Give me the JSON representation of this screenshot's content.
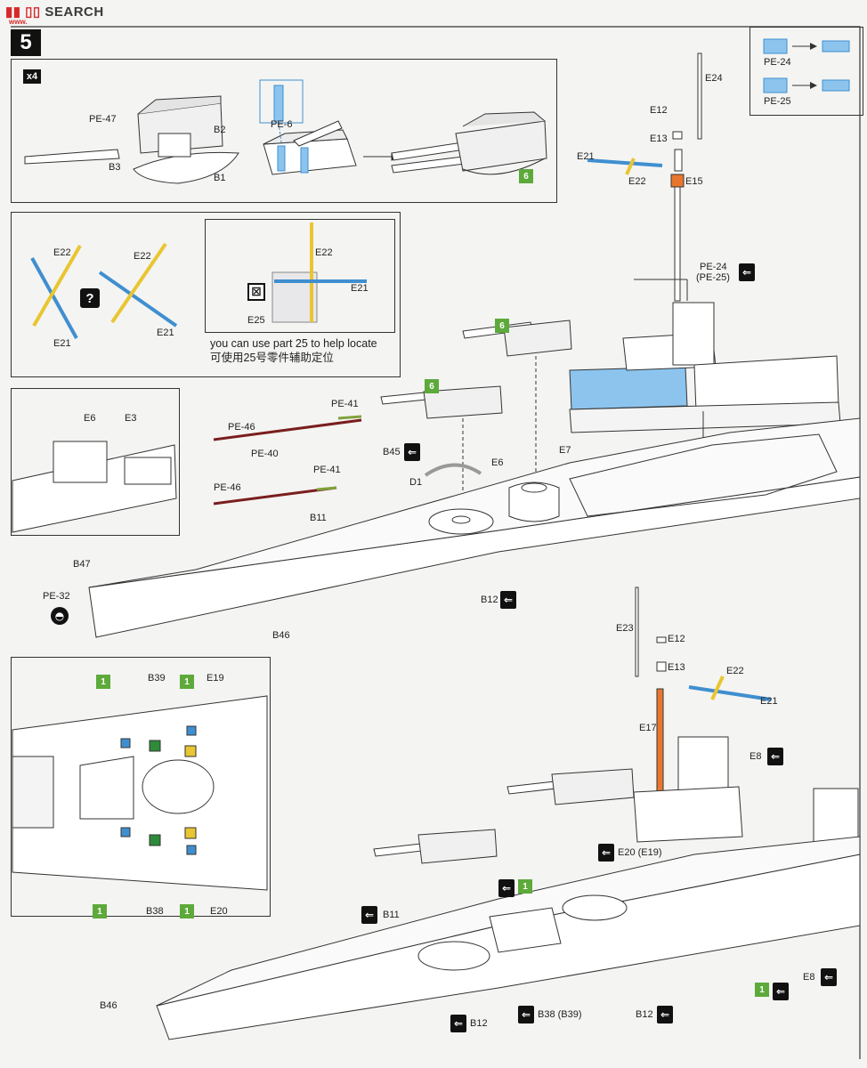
{
  "watermark": "SEARCH",
  "watermark_small": "www.",
  "step_number": "5",
  "quantity_badge": "x4",
  "turret_labels": {
    "pe47": "PE-47",
    "b2": "B2",
    "b3": "B3",
    "b1": "B1",
    "pe6": "PE-6",
    "step6": "6"
  },
  "pe_box": {
    "pe24": "PE-24",
    "pe25": "PE-25"
  },
  "mast_top": {
    "e24": "E24",
    "e12": "E12",
    "e13": "E13",
    "e21": "E21",
    "e22": "E22",
    "e15": "E15"
  },
  "yard_box": {
    "e22a": "E22",
    "e21a": "E21",
    "e22b": "E22",
    "e21b": "E21",
    "e22c": "E22",
    "e21c": "E21",
    "e25": "E25",
    "question": "?",
    "xmark": "⊠"
  },
  "note": {
    "en": "you can use part 25 to help locate",
    "zh": "可使用25号零件辅助定位"
  },
  "bridge": {
    "pe24": "PE-24",
    "pe25": "(PE-25)"
  },
  "hull_upper": {
    "e6a": "E6",
    "e3": "E3",
    "pe41a": "PE-41",
    "pe46a": "PE-46",
    "pe40": "PE-40",
    "pe41b": "PE-41",
    "pe46b": "PE-46",
    "b45": "B45",
    "e6b": "E6",
    "e7": "E7",
    "d1": "D1",
    "b11": "B11",
    "b47": "B47",
    "pe32": "PE-32",
    "b12": "B12",
    "b46": "B46",
    "step6a": "6",
    "step6b": "6"
  },
  "inset_lower": {
    "b39": "B39",
    "e19": "E19",
    "b38": "B38",
    "e20": "E20",
    "g1": "1",
    "g2": "1",
    "g3": "1",
    "g4": "1"
  },
  "hull_lower": {
    "e23": "E23",
    "e12": "E12",
    "e13": "E13",
    "e22": "E22",
    "e21": "E21",
    "e17": "E17",
    "e8a": "E8",
    "e20": "E20 (E19)",
    "g1": "1",
    "b11": "B11",
    "b46": "B46",
    "b12a": "B12",
    "b38": "B38 (B39)",
    "b12b": "B12",
    "e8b": "E8",
    "g2": "1"
  },
  "colors": {
    "yellow": "#e9c531",
    "blue": "#3f8fd0",
    "orange": "#e8772e",
    "lightblue": "#8cc4ee",
    "green": "#5daa3b",
    "hull": "#ffffff",
    "ink": "#333333"
  }
}
